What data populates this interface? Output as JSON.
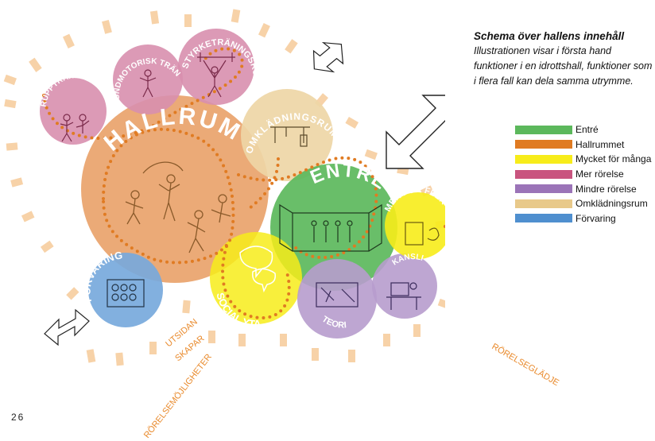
{
  "info": {
    "title": "Schema över hallens innehåll",
    "description": "Illustrationen visar i första hand funktioner i en idrottshall, funktioner som i flera fall kan dela samma utrymme."
  },
  "legend": [
    {
      "label": "Entré",
      "color": "#5cb85c"
    },
    {
      "label": "Hallrummet",
      "color": "#e07b22"
    },
    {
      "label": "Mycket för många",
      "color": "#f7ec1a"
    },
    {
      "label": "Mer rörelse",
      "color": "#c9547f"
    },
    {
      "label": "Mindre rörelse",
      "color": "#9b74b8"
    },
    {
      "label": "Omklädningsrum",
      "color": "#e8c98a"
    },
    {
      "label": "Förvaring",
      "color": "#4f8fcf"
    }
  ],
  "zones": {
    "hallrum": "HALLRUM",
    "entre": "ENTRÉ",
    "omkladningsrum": "OMKLÄDNINGSRUM",
    "grupptraning": "GRUPPTRÄNING DANS",
    "grundmotorisk": "GRUNDMOTORISK TRÄNING",
    "styrketraning": "STYRKETRÄNINGSRUM",
    "forvaring": "FÖRVARING",
    "social_yta": "SOCIAL YTA",
    "teori": "TEORI",
    "kansli": "KANSLI",
    "mer_for_fler": "MER FÖR FLER"
  },
  "annotations": {
    "utsidan_1": "UTSIDAN",
    "utsidan_2": "SKAPAR",
    "utsidan_3": "RÖRELSEMÖJLIGHETER",
    "rorelseglädje": "RÖRELSEGLÄDJE"
  },
  "page_number": "26"
}
